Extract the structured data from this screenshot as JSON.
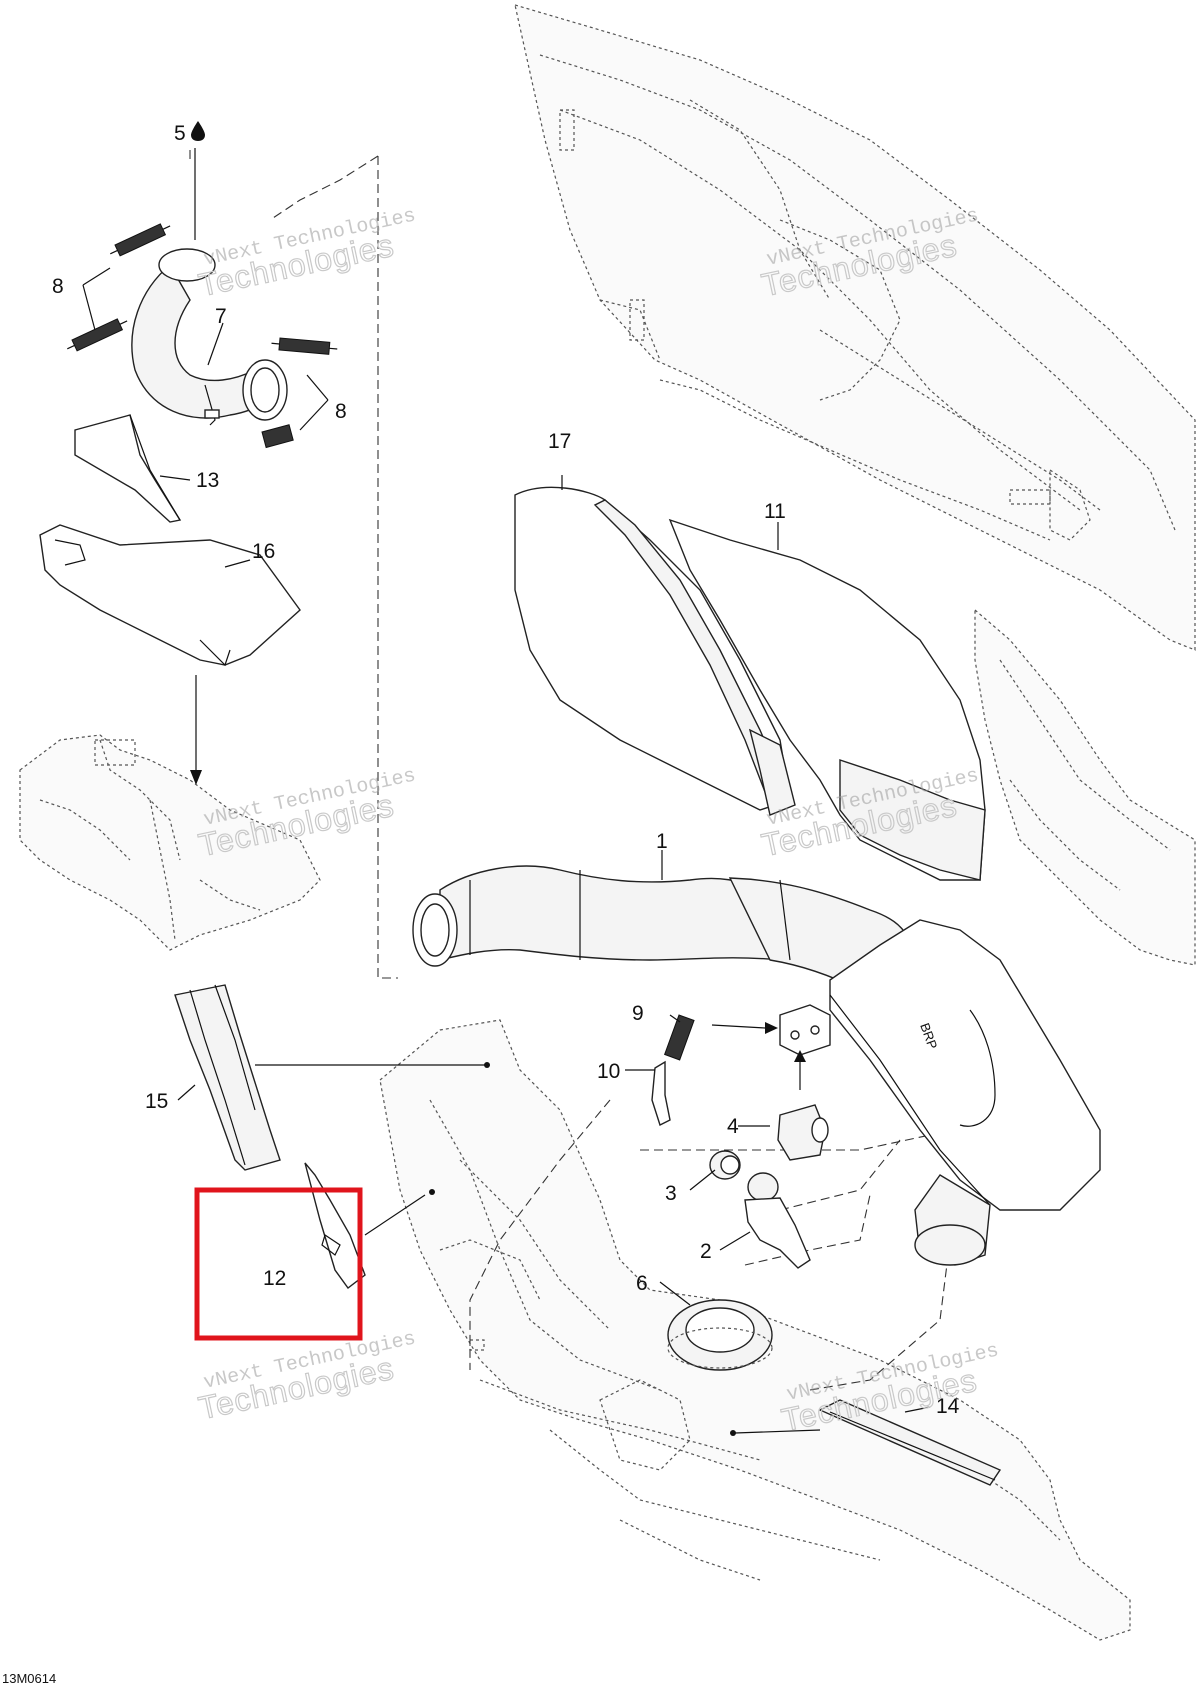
{
  "diagram": {
    "drawing_code": "13M0614",
    "callouts": [
      {
        "id": "c1",
        "label": "1"
      },
      {
        "id": "c2",
        "label": "2"
      },
      {
        "id": "c3",
        "label": "3"
      },
      {
        "id": "c4",
        "label": "4"
      },
      {
        "id": "c5",
        "label": "5"
      },
      {
        "id": "c6",
        "label": "6"
      },
      {
        "id": "c7",
        "label": "7"
      },
      {
        "id": "c8a",
        "label": "8"
      },
      {
        "id": "c8b",
        "label": "8"
      },
      {
        "id": "c9",
        "label": "9"
      },
      {
        "id": "c10",
        "label": "10"
      },
      {
        "id": "c11",
        "label": "11"
      },
      {
        "id": "c12",
        "label": "12"
      },
      {
        "id": "c13",
        "label": "13"
      },
      {
        "id": "c14",
        "label": "14"
      },
      {
        "id": "c15",
        "label": "15"
      },
      {
        "id": "c16",
        "label": "16"
      },
      {
        "id": "c17",
        "label": "17"
      }
    ],
    "highlighted_callout": "12",
    "highlight_color": "#e0141c",
    "watermark": {
      "line1": "vNext Technologies",
      "line2": "Technologies"
    },
    "icons": {
      "callout_5_marker": "oil-drop-icon"
    }
  }
}
